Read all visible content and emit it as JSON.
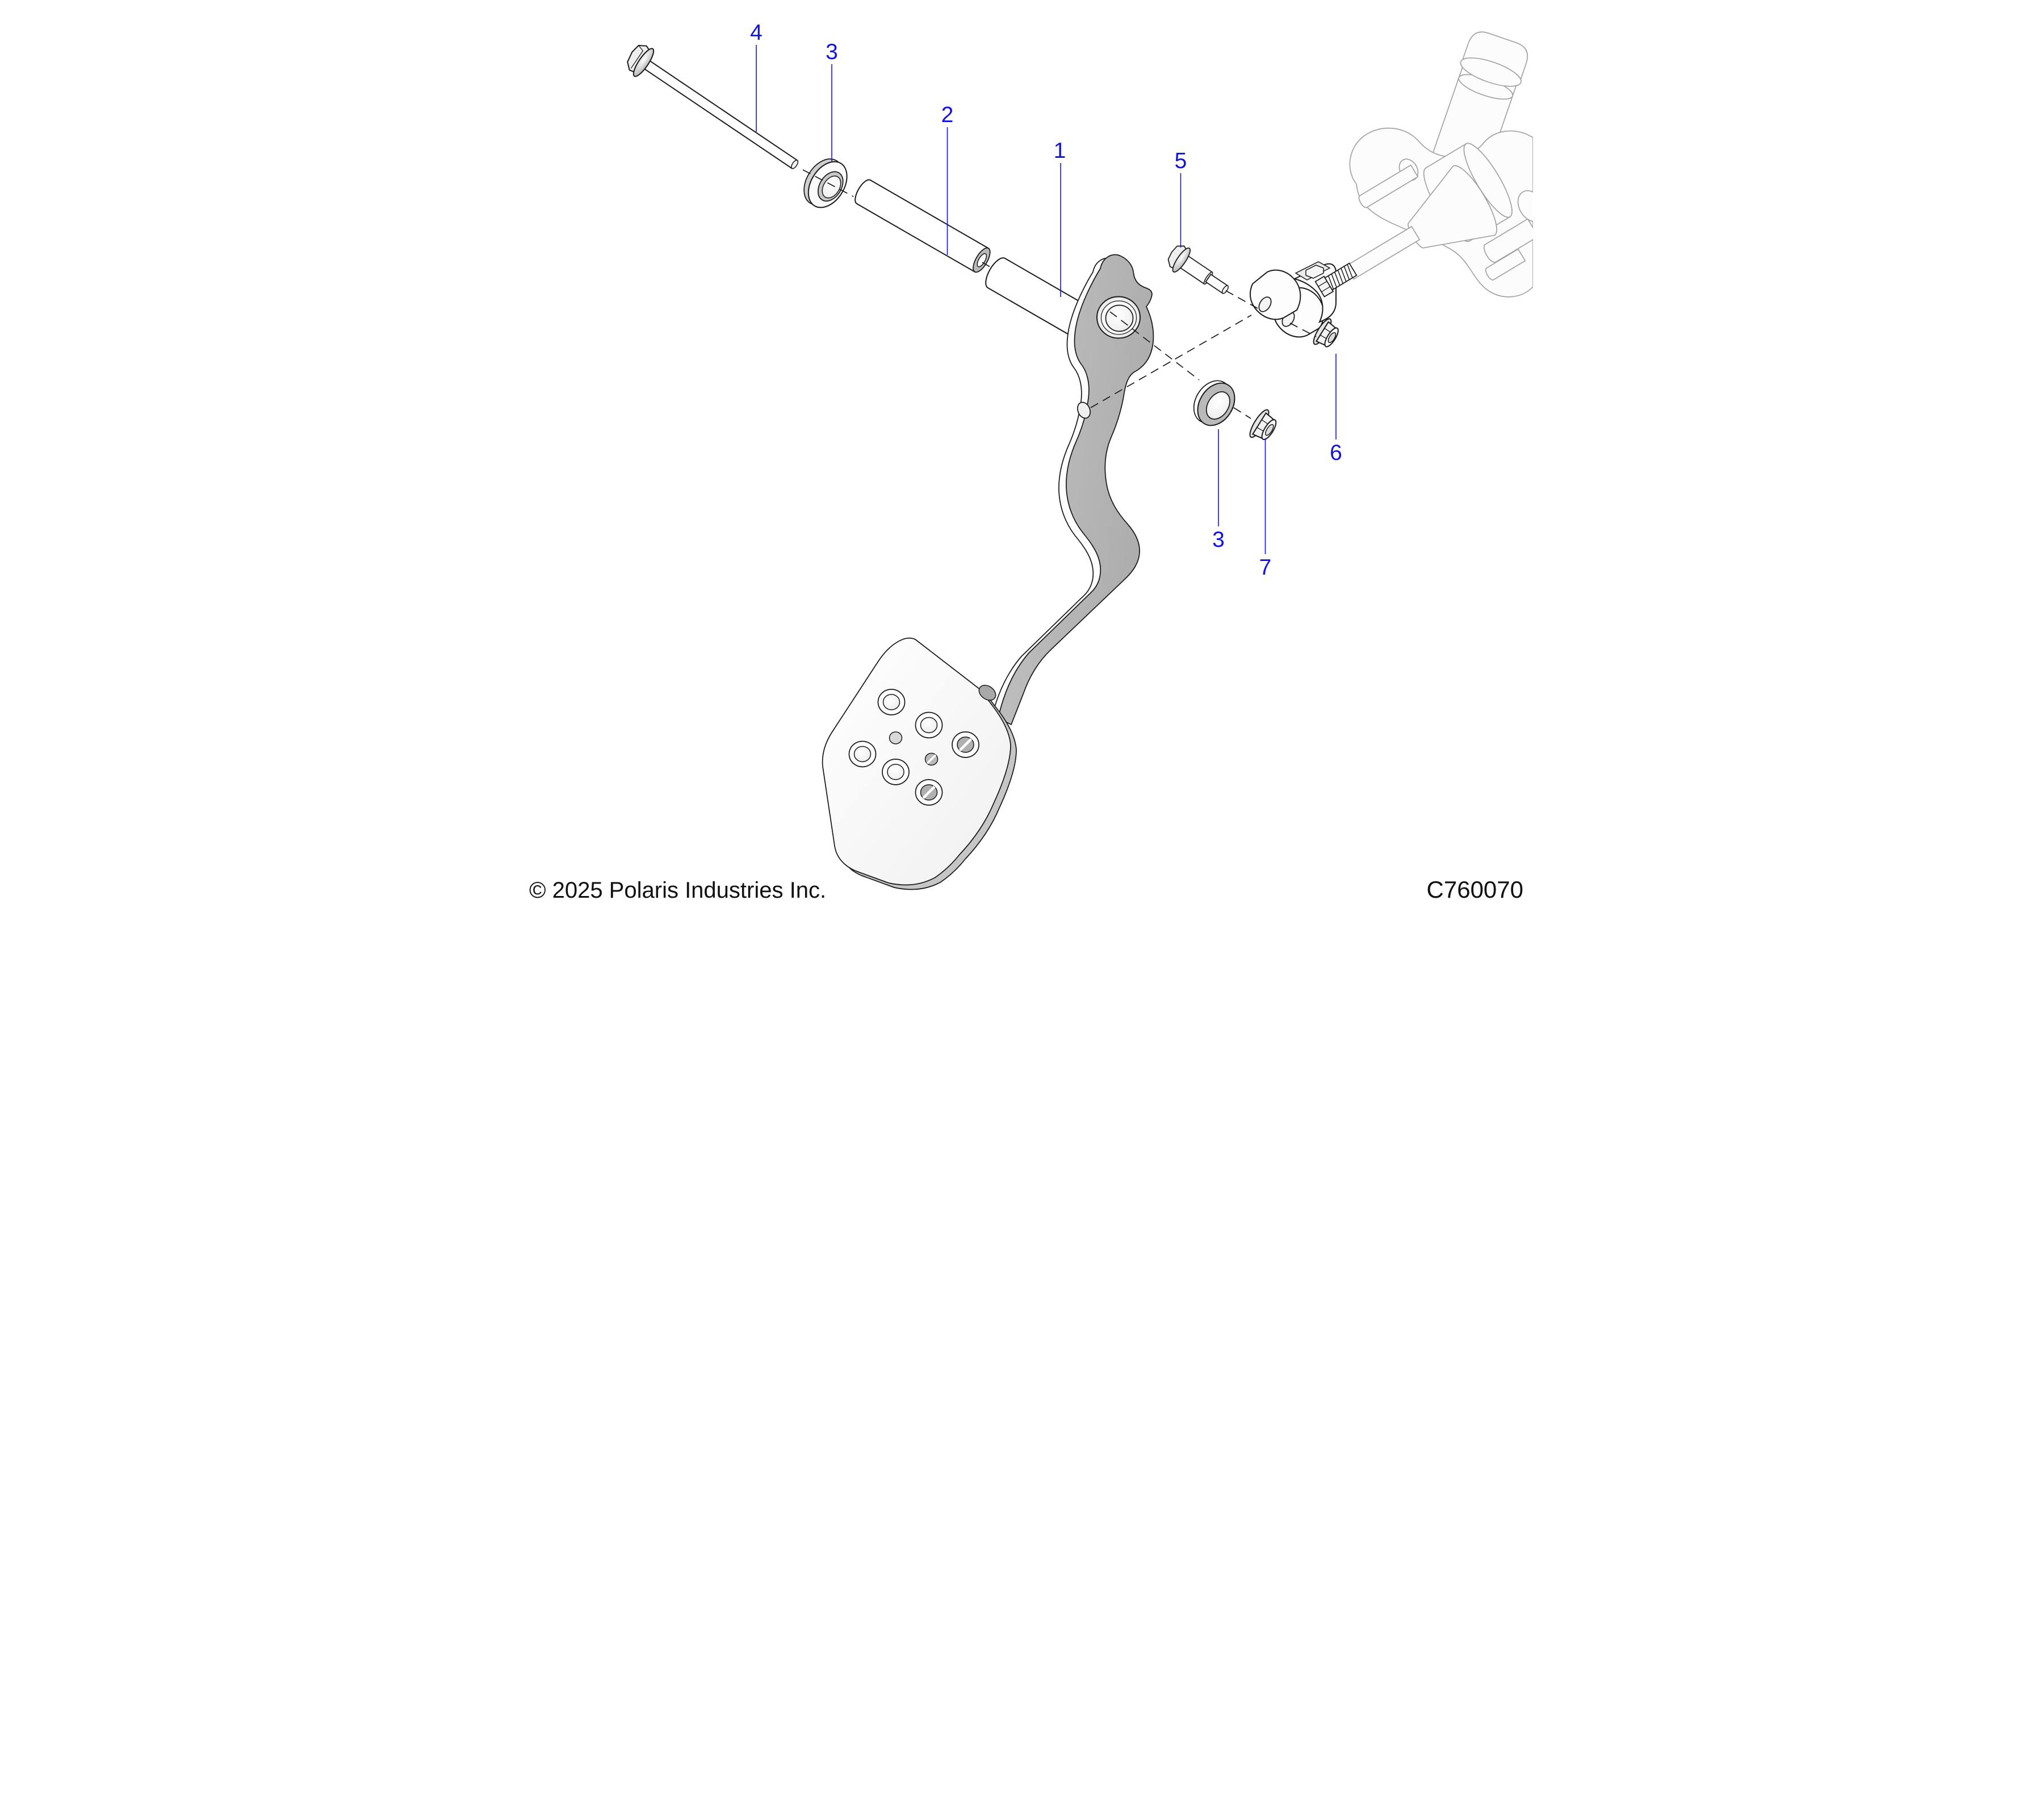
{
  "callouts": {
    "c1": "1",
    "c2": "2",
    "c3_top": "3",
    "c3_bottom": "3",
    "c4": "4",
    "c5": "5",
    "c6": "6",
    "c7": "7"
  },
  "footer": {
    "copyright": "© 2025 Polaris Industries Inc.",
    "figure_code": "C760070"
  },
  "colors": {
    "callout_blue": "#1414d8",
    "outline_black": "#1a1a1a",
    "faded_gray": "#a3a3a3",
    "part_gray_face": "#b7b7b7"
  }
}
